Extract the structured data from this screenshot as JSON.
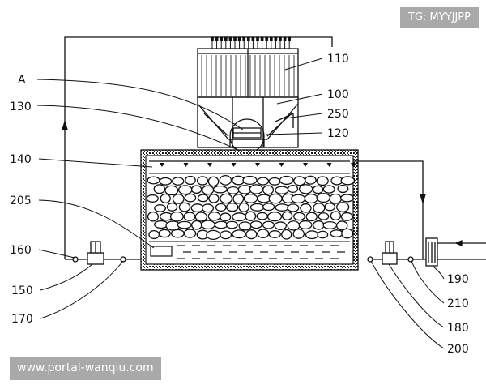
{
  "watermark_top": "TG: MYYJJPP",
  "watermark_bottom": "www.portal-wanqiu.com",
  "labels": {
    "l110": "110",
    "lA": "A",
    "l100": "100",
    "l130": "130",
    "l250": "250",
    "l120": "120",
    "l140": "140",
    "l205": "205",
    "l160": "160",
    "l150": "150",
    "l170": "170",
    "l190": "190",
    "l210": "210",
    "l180": "180",
    "l200": "200"
  }
}
